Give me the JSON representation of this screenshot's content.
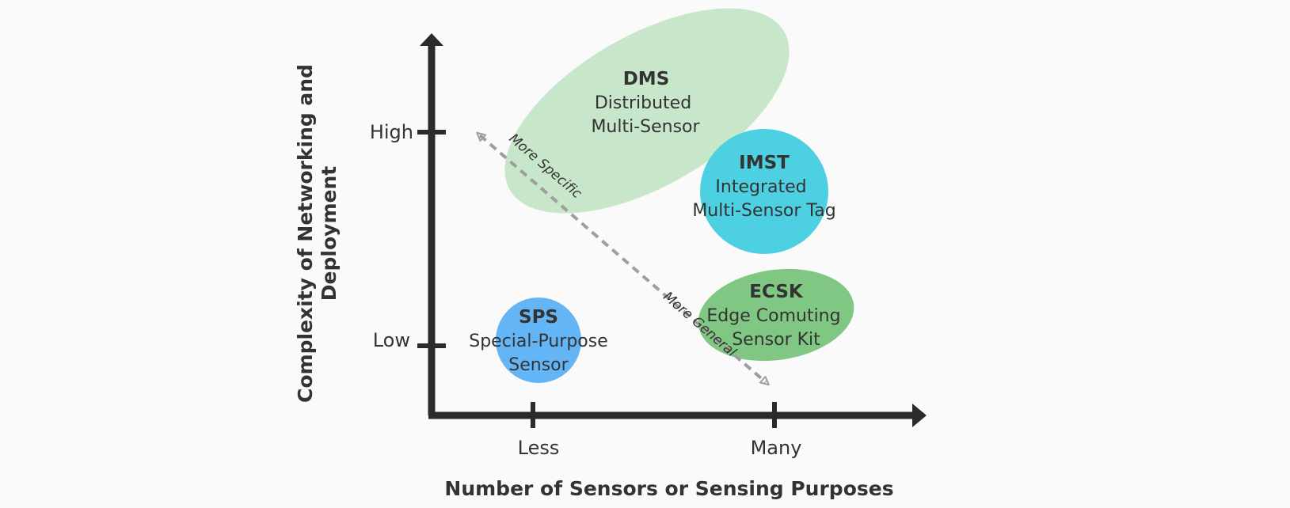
{
  "diagram": {
    "y_axis_title_line1": "Complexity of Networking and",
    "y_axis_title_line2": "Deployment",
    "x_axis_title": "Number of Sensors or Sensing Purposes",
    "y_ticks": {
      "high": "High",
      "low": "Low"
    },
    "x_ticks": {
      "less": "Less",
      "many": "Many"
    },
    "groups": {
      "dms": {
        "abbr": "DMS",
        "line1": "Distributed",
        "line2": "Multi-Sensor",
        "color": "#c8e6c9"
      },
      "imst": {
        "abbr": "IMST",
        "line1": "Integrated",
        "line2": "Multi-Sensor Tag",
        "color": "#4dd0e1"
      },
      "ecsk": {
        "abbr": "ECSK",
        "line1": "Edge Comuting",
        "line2": "Sensor Kit",
        "color": "#81c784"
      },
      "sps": {
        "abbr": "SPS",
        "line1": "Special-Purpose",
        "line2": "Sensor",
        "color": "#64b5f6"
      }
    },
    "arrow_labels": {
      "specific": "More Specific",
      "general": "More General"
    },
    "axis_color": "#2b2b2b",
    "arrow_color": "#9e9e9e"
  }
}
